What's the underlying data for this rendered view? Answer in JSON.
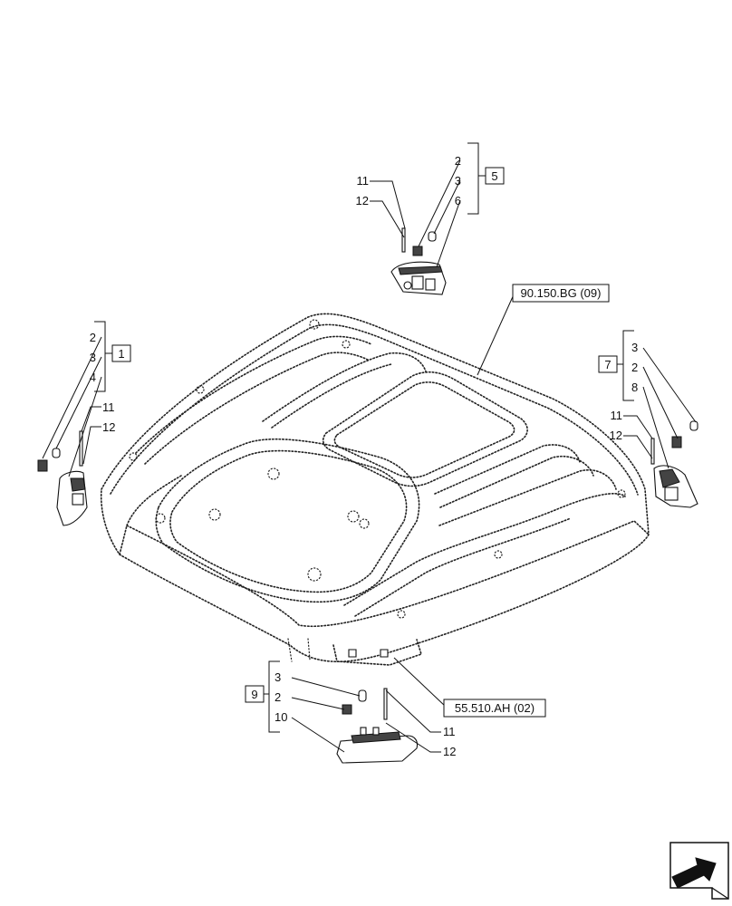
{
  "groups": [
    {
      "id": "group-5",
      "box": "5",
      "items": [
        "2",
        "3",
        "6"
      ]
    },
    {
      "id": "group-1",
      "box": "1",
      "items": [
        "2",
        "3",
        "4"
      ]
    },
    {
      "id": "group-7",
      "box": "7",
      "items": [
        "3",
        "2",
        "8"
      ]
    },
    {
      "id": "group-9",
      "box": "9",
      "items": [
        "3",
        "2",
        "10"
      ]
    }
  ],
  "loose_labels": {
    "top_11": "11",
    "top_12": "12",
    "left_11": "11",
    "left_12": "12",
    "right_11": "11",
    "right_12": "12",
    "bottom_11": "11",
    "bottom_12": "12"
  },
  "references": {
    "cab_roof": "90.150.BG (09)",
    "lamp_bottom": "55.510.AH (02)"
  },
  "nav_icon": "arrow-next-page-icon"
}
